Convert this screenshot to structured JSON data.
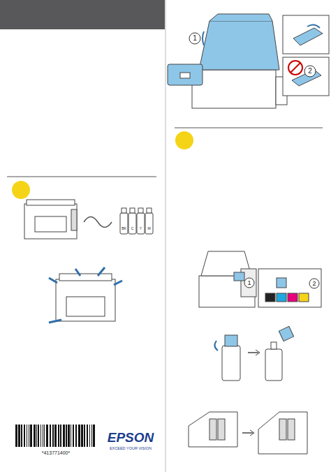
{
  "diagram": {
    "labels": [
      "1",
      "2",
      "1",
      "2",
      "BK",
      "C",
      "Y",
      "M",
      "*413771400*",
      "EPSON",
      "EXCEED YOUR VISION"
    ]
  }
}
